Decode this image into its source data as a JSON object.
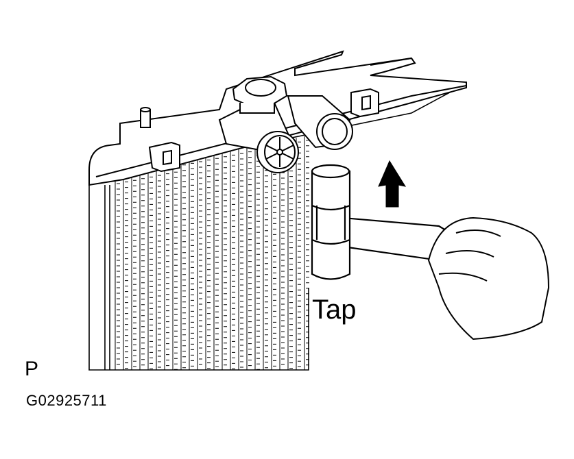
{
  "labels": {
    "tap": "Tap",
    "view_marker": "P",
    "figure_code": "G02925711"
  },
  "colors": {
    "line": "#000000",
    "background": "#ffffff"
  },
  "icons": {
    "arrow": "up-arrow-icon",
    "hammer": "mallet-icon",
    "hand": "hand-icon"
  }
}
